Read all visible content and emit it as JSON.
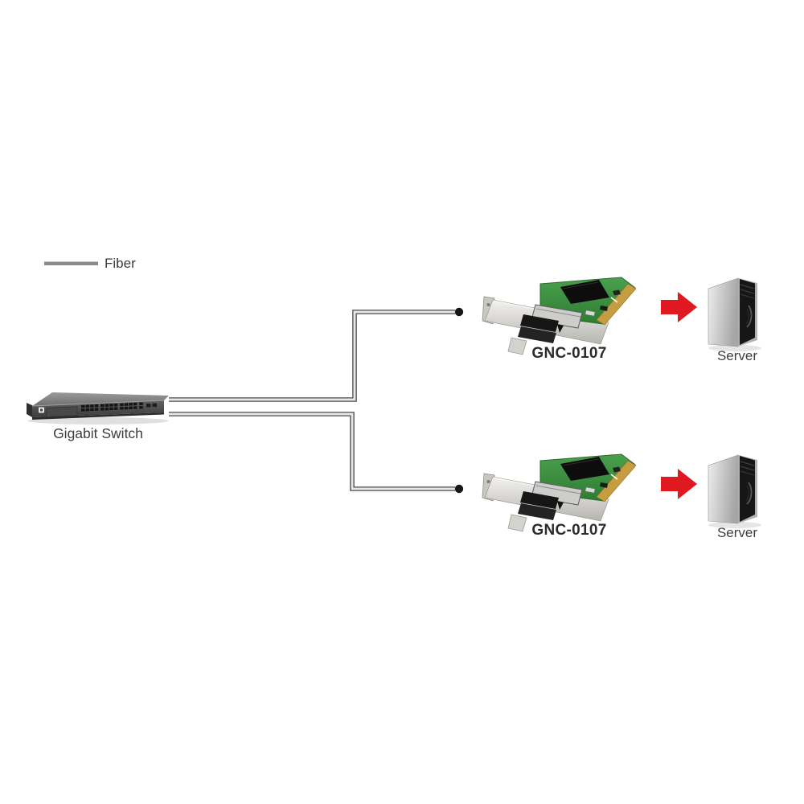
{
  "diagram": {
    "legend": {
      "items": [
        {
          "label": "Fiber",
          "swatch": "gray-line",
          "swatch_color": "#8a8a8a"
        }
      ]
    },
    "nodes": [
      {
        "id": "gigabit-switch",
        "label": "Gigabit Switch",
        "icon": "switch-24port-icon"
      },
      {
        "id": "nic-1",
        "label": "GNC-0107",
        "icon": "fiber-pci-card-icon"
      },
      {
        "id": "server-1",
        "label": "Server",
        "icon": "tower-server-icon"
      },
      {
        "id": "nic-2",
        "label": "GNC-0107",
        "icon": "fiber-pci-card-icon"
      },
      {
        "id": "server-2",
        "label": "Server",
        "icon": "tower-server-icon"
      }
    ],
    "connections": [
      {
        "from": "gigabit-switch",
        "to": "nic-1",
        "type": "fiber"
      },
      {
        "from": "gigabit-switch",
        "to": "nic-2",
        "type": "fiber"
      },
      {
        "from": "nic-1",
        "to": "server-1",
        "type": "red-arrow"
      },
      {
        "from": "nic-2",
        "to": "server-2",
        "type": "red-arrow"
      }
    ],
    "colors": {
      "background": "#ffffff",
      "legend_line": "#8a8a8a",
      "fiber_line_edge": "#4a4a4a",
      "fiber_line_core": "#e6e6e6",
      "endpoint_dot": "#171717",
      "arrow_red": "#e0181f",
      "label_text": "#3d3d3d",
      "pcb_green": "#3f9343"
    }
  }
}
